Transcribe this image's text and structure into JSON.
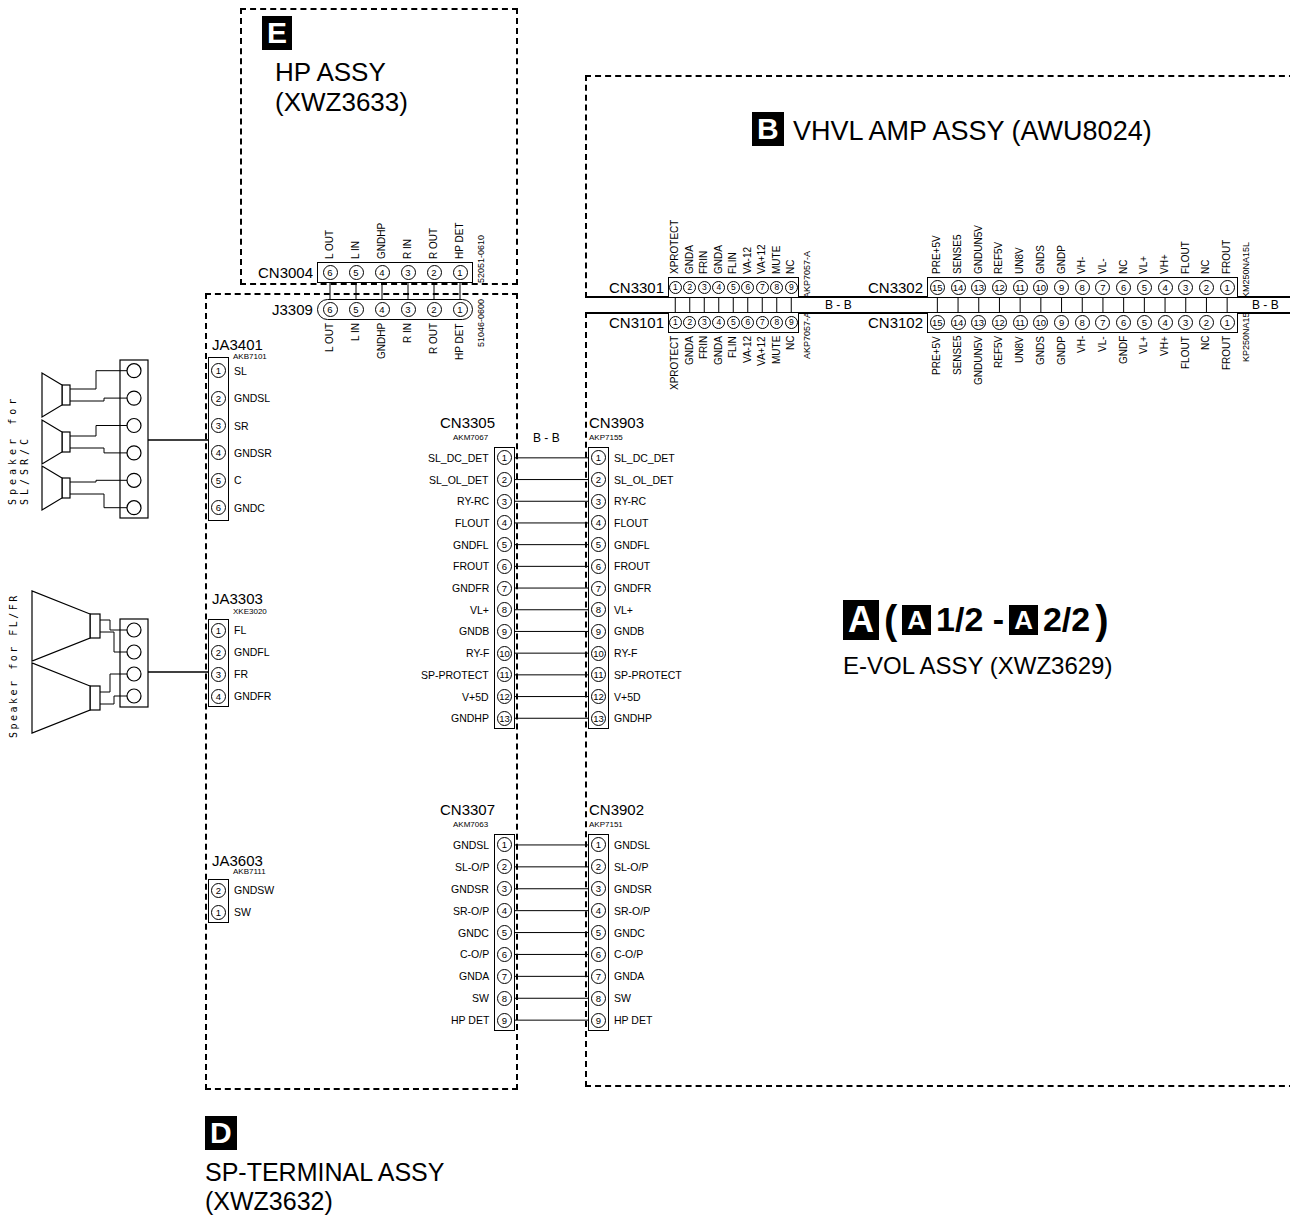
{
  "diagram": {
    "nodes": [
      {
        "text": [
          "E",
          "HP ASSY (XWZ3633)"
        ]
      },
      {
        "text": [
          "CN3004",
          "52051-0610",
          "6",
          "5",
          "4",
          "3",
          "2",
          "1"
        ],
        "in": 0
      },
      {
        "text": [
          "B",
          "VHVL AMP ASSY (AWU8024)"
        ]
      },
      {
        "text": [
          "CN3301",
          "AKP7057-A",
          "1",
          "2",
          "3",
          "4",
          "5",
          "6",
          "7",
          "8",
          "9"
        ],
        "in": 2
      },
      {
        "text": [
          "CN3302",
          "KM250NA15L",
          "15",
          "14",
          "13",
          "12",
          "11",
          "10",
          "9",
          "8",
          "7",
          "6",
          "5",
          "4",
          "3",
          "2",
          "1"
        ],
        "in": 2
      },
      {
        "text": [
          "D",
          "SP-TERMINAL ASSY (XWZ3632)"
        ]
      },
      {
        "text": [
          "J3309",
          "51046-0600",
          "6",
          "5",
          "4",
          "3",
          "2",
          "1"
        ],
        "in": 5
      },
      {
        "text": [
          "JA3401",
          "AKB7101",
          "1",
          "2",
          "3",
          "4",
          "5",
          "6"
        ],
        "in": 5
      },
      {
        "text": [
          "JA3303",
          "XKE3020",
          "1",
          "2",
          "3",
          "4"
        ],
        "in": 5
      },
      {
        "text": [
          "CN3305",
          "AKM7067",
          "1",
          "2",
          "3",
          "4",
          "5",
          "6",
          "7",
          "8",
          "9",
          "10",
          "11",
          "12",
          "13"
        ],
        "in": 5
      },
      {
        "text": [
          "JA3603",
          "AKB7111",
          "2",
          "1"
        ],
        "in": 5
      },
      {
        "text": [
          "CN3307",
          "AKM7063",
          "1",
          "2",
          "3",
          "4",
          "5",
          "6",
          "7",
          "8",
          "9"
        ],
        "in": 5
      },
      {
        "text": [
          "A",
          "(",
          "A",
          "1/2 -",
          "A",
          "2/2",
          ")",
          "E-VOL ASSY (XWZ3629)"
        ]
      },
      {
        "text": [
          "CN3101",
          "AKP7057-A",
          "1",
          "2",
          "3",
          "4",
          "5",
          "6",
          "7",
          "8",
          "9"
        ],
        "in": 12
      },
      {
        "text": [
          "CN3102",
          "KP250NA15",
          "15",
          "14",
          "13",
          "12",
          "11",
          "10",
          "9",
          "8",
          "7",
          "6",
          "5",
          "4",
          "3",
          "2",
          "1"
        ],
        "in": 12
      },
      {
        "text": [
          "CN3903",
          "AKP7155",
          "1",
          "2",
          "3",
          "4",
          "5",
          "6",
          "7",
          "8",
          "9",
          "10",
          "11",
          "12",
          "13"
        ],
        "in": 12
      },
      {
        "text": [
          "CN3902",
          "AKP7151",
          "1",
          "2",
          "3",
          "4",
          "5",
          "6",
          "7",
          "8",
          "9"
        ],
        "in": 12
      }
    ],
    "edges": [
      {
        "from": 1,
        "to": 6,
        "arrow": "none"
      },
      {
        "from": 1,
        "to": 6,
        "arrow": "none"
      },
      {
        "from": 1,
        "to": 6,
        "arrow": "none"
      },
      {
        "from": 1,
        "to": 6,
        "arrow": "none"
      },
      {
        "from": 1,
        "to": 6,
        "arrow": "none"
      },
      {
        "from": 1,
        "to": 6,
        "arrow": "none"
      },
      {
        "from": 3,
        "to": 13,
        "arrow": "none"
      },
      {
        "from": 3,
        "to": 13,
        "arrow": "none"
      },
      {
        "from": 3,
        "to": 13,
        "arrow": "none"
      },
      {
        "from": 3,
        "to": 13,
        "arrow": "none"
      },
      {
        "from": 3,
        "to": 13,
        "arrow": "none"
      },
      {
        "from": 3,
        "to": 13,
        "arrow": "none"
      },
      {
        "from": 3,
        "to": 13,
        "arrow": "none"
      },
      {
        "from": 3,
        "to": 13,
        "arrow": "none"
      },
      {
        "from": 3,
        "to": 13,
        "arrow": "none"
      },
      {
        "from": 4,
        "to": 14,
        "arrow": "none"
      },
      {
        "from": 4,
        "to": 14,
        "arrow": "none"
      },
      {
        "from": 4,
        "to": 14,
        "arrow": "none"
      },
      {
        "from": 4,
        "to": 14,
        "arrow": "none"
      },
      {
        "from": 4,
        "to": 14,
        "arrow": "none"
      },
      {
        "from": 4,
        "to": 14,
        "arrow": "none"
      },
      {
        "from": 4,
        "to": 14,
        "arrow": "none"
      },
      {
        "from": 4,
        "to": 14,
        "arrow": "none"
      },
      {
        "from": 4,
        "to": 14,
        "arrow": "none"
      },
      {
        "from": 4,
        "to": 14,
        "arrow": "none"
      },
      {
        "from": 4,
        "to": 14,
        "arrow": "none"
      },
      {
        "from": 4,
        "to": 14,
        "arrow": "none"
      },
      {
        "from": 4,
        "to": 14,
        "arrow": "none"
      },
      {
        "from": 4,
        "to": 14,
        "arrow": "none"
      },
      {
        "from": 4,
        "to": 14,
        "arrow": "none"
      },
      {
        "from": 9,
        "to": 15,
        "arrow": "none"
      },
      {
        "from": 9,
        "to": 15,
        "arrow": "none"
      },
      {
        "from": 9,
        "to": 15,
        "arrow": "none"
      },
      {
        "from": 9,
        "to": 15,
        "arrow": "none"
      },
      {
        "from": 9,
        "to": 15,
        "arrow": "none"
      },
      {
        "from": 9,
        "to": 15,
        "arrow": "none"
      },
      {
        "from": 9,
        "to": 15,
        "arrow": "none"
      },
      {
        "from": 9,
        "to": 15,
        "arrow": "none"
      },
      {
        "from": 9,
        "to": 15,
        "arrow": "none"
      },
      {
        "from": 9,
        "to": 15,
        "arrow": "none"
      },
      {
        "from": 9,
        "to": 15,
        "arrow": "none"
      },
      {
        "from": 9,
        "to": 15,
        "arrow": "none"
      },
      {
        "from": 9,
        "to": 15,
        "arrow": "none"
      },
      {
        "from": 11,
        "to": 16,
        "arrow": "none"
      },
      {
        "from": 11,
        "to": 16,
        "arrow": "none"
      },
      {
        "from": 11,
        "to": 16,
        "arrow": "none"
      },
      {
        "from": 11,
        "to": 16,
        "arrow": "none"
      },
      {
        "from": 11,
        "to": 16,
        "arrow": "none"
      },
      {
        "from": 11,
        "to": 16,
        "arrow": "none"
      },
      {
        "from": 11,
        "to": 16,
        "arrow": "none"
      },
      {
        "from": 11,
        "to": 16,
        "arrow": "none"
      },
      {
        "from": 11,
        "to": 16,
        "arrow": "none"
      }
    ],
    "labels": [
      "L OUT",
      "L IN",
      "GNDHP",
      "R IN",
      "R OUT",
      "HP DET",
      "XPROTECT",
      "GNDA",
      "FRIN",
      "GNDA",
      "FLIN",
      "VA-12",
      "VA+12",
      "MUTE",
      "NC",
      "PRE+5V",
      "SENSE5",
      "GNDUN5V",
      "REF5V",
      "UN8V",
      "GNDS",
      "GNDP",
      "VH-",
      "VL-",
      "NC",
      "VL+",
      "VH+",
      "FLOUT",
      "NC",
      "FROUT",
      "L OUT",
      "L IN",
      "GNDHP",
      "R IN",
      "R OUT",
      "HP DET",
      "SL",
      "GNDSL",
      "SR",
      "GNDSR",
      "C",
      "GNDC",
      "FL",
      "GNDFL",
      "FR",
      "GNDFR",
      "SL_DC_DET",
      "SL_OL_DET",
      "RY-RC",
      "FLOUT",
      "GNDFL",
      "FROUT",
      "GNDFR",
      "VL+",
      "GNDB",
      "RY-F",
      "SP-PROTECT",
      "V+5D",
      "GNDHP",
      "GNDSW",
      "SW",
      "GNDSL",
      "SL-O/P",
      "GNDSR",
      "SR-O/P",
      "GNDC",
      "C-O/P",
      "GNDA",
      "SW",
      "HP DET",
      "XPROTECT",
      "GNDA",
      "FRIN",
      "GNDA",
      "FLIN",
      "VA-12",
      "VA+12",
      "MUTE",
      "NC",
      "PRE+5V",
      "SENSE5",
      "GNDUN5V",
      "REF5V",
      "UN8V",
      "GNDS",
      "GNDP",
      "VH-",
      "VL-",
      "GNDF",
      "VL+",
      "VH+",
      "FLOUT",
      "NC",
      "FROUT",
      "SL_DC_DET",
      "SL_OL_DET",
      "RY-RC",
      "FLOUT",
      "GNDFL",
      "FROUT",
      "GNDFR",
      "VL+",
      "GNDB",
      "RY-F",
      "SP-PROTECT",
      "V+5D",
      "GNDHP",
      "GNDSL",
      "SL-O/P",
      "GNDSR",
      "SR-O/P",
      "GNDC",
      "C-O/P",
      "GNDA",
      "SW",
      "HP DET",
      "B - B",
      "B - B",
      "B - B",
      "Speaker for SL/SR/C",
      "Speaker for FL/FR"
    ]
  }
}
